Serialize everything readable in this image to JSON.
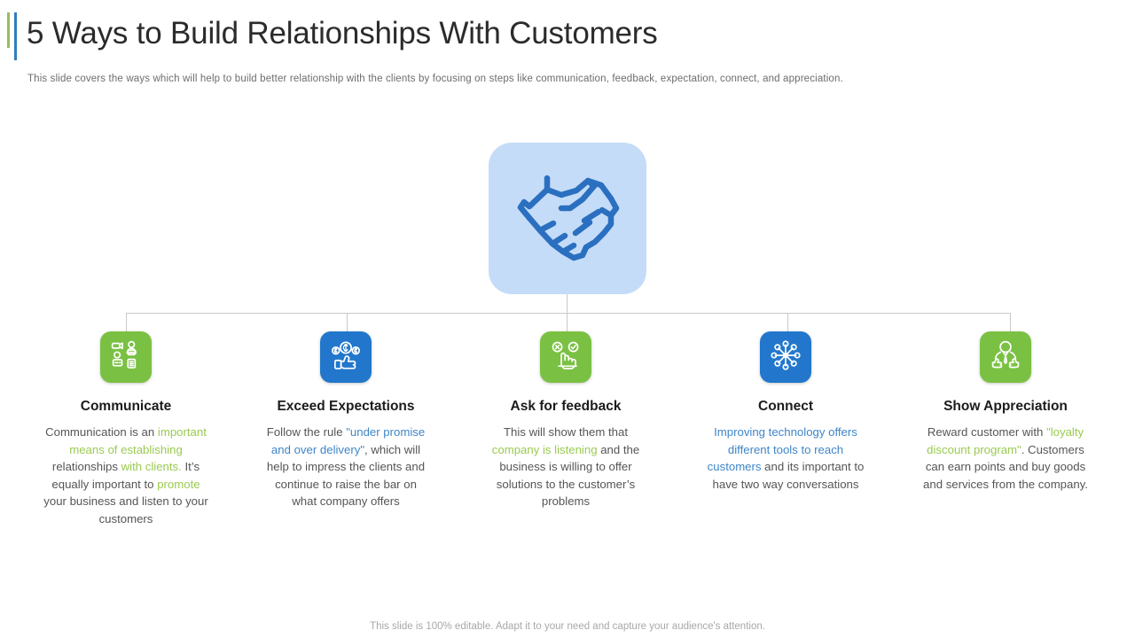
{
  "header": {
    "title": "5 Ways to Build Relationships With Customers",
    "subtitle": "This slide covers the ways which will help to build better relationship with the clients by focusing on steps like communication, feedback, expectation, connect, and appreciation.",
    "accent_green": "#9ABD5C",
    "accent_blue": "#2E7FBD"
  },
  "hub": {
    "icon": "handshake-icon",
    "background": "#C4DCF7",
    "stroke": "#2B6FC0"
  },
  "colors": {
    "green": "#7AC143",
    "blue": "#2277CC",
    "green_text": "#9ACA4F",
    "blue_text": "#3E86C8",
    "connector": "#c9c9c9"
  },
  "columns": [
    {
      "icon": "communication-people-icon",
      "tile_color": "#7AC143",
      "heading": "Communicate",
      "body_segments": [
        {
          "text": "Communication is an ",
          "highlight": "none"
        },
        {
          "text": "important means of establishing",
          "highlight": "green"
        },
        {
          "text": " relationships ",
          "highlight": "none"
        },
        {
          "text": "with clients.",
          "highlight": "green"
        },
        {
          "text": " It’s equally important to ",
          "highlight": "none"
        },
        {
          "text": "promote",
          "highlight": "green"
        },
        {
          "text": " your business and listen to your customers",
          "highlight": "none"
        }
      ]
    },
    {
      "icon": "money-thumbsup-icon",
      "tile_color": "#2277CC",
      "heading": "Exceed Expectations",
      "body_segments": [
        {
          "text": "Follow the rule ",
          "highlight": "none"
        },
        {
          "text": "\"under promise and over delivery\"",
          "highlight": "blue"
        },
        {
          "text": ", which will help to impress the clients and continue to raise the bar on what company offers",
          "highlight": "none"
        }
      ]
    },
    {
      "icon": "feedback-hand-icon",
      "tile_color": "#7AC143",
      "heading": "Ask for feedback",
      "body_segments": [
        {
          "text": "This will show them that ",
          "highlight": "none"
        },
        {
          "text": "company is listening",
          "highlight": "green"
        },
        {
          "text": " and the business is willing to offer solutions to the customer’s problems",
          "highlight": "none"
        }
      ]
    },
    {
      "icon": "network-hub-icon",
      "tile_color": "#2277CC",
      "heading": "Connect",
      "body_segments": [
        {
          "text": "Improving technology offers different tools to reach customers",
          "highlight": "blue"
        },
        {
          "text": " and its important to have two way conversations",
          "highlight": "none"
        }
      ]
    },
    {
      "icon": "person-thumbsup-icon",
      "tile_color": "#7AC143",
      "heading": "Show Appreciation",
      "body_segments": [
        {
          "text": "Reward customer with ",
          "highlight": "none"
        },
        {
          "text": "\"loyalty discount program\"",
          "highlight": "green"
        },
        {
          "text": ". Customers can earn points and buy goods and services from the company.",
          "highlight": "none"
        }
      ]
    }
  ],
  "footer": {
    "note": "This slide is 100% editable. Adapt it to your need and capture your audience's attention."
  }
}
